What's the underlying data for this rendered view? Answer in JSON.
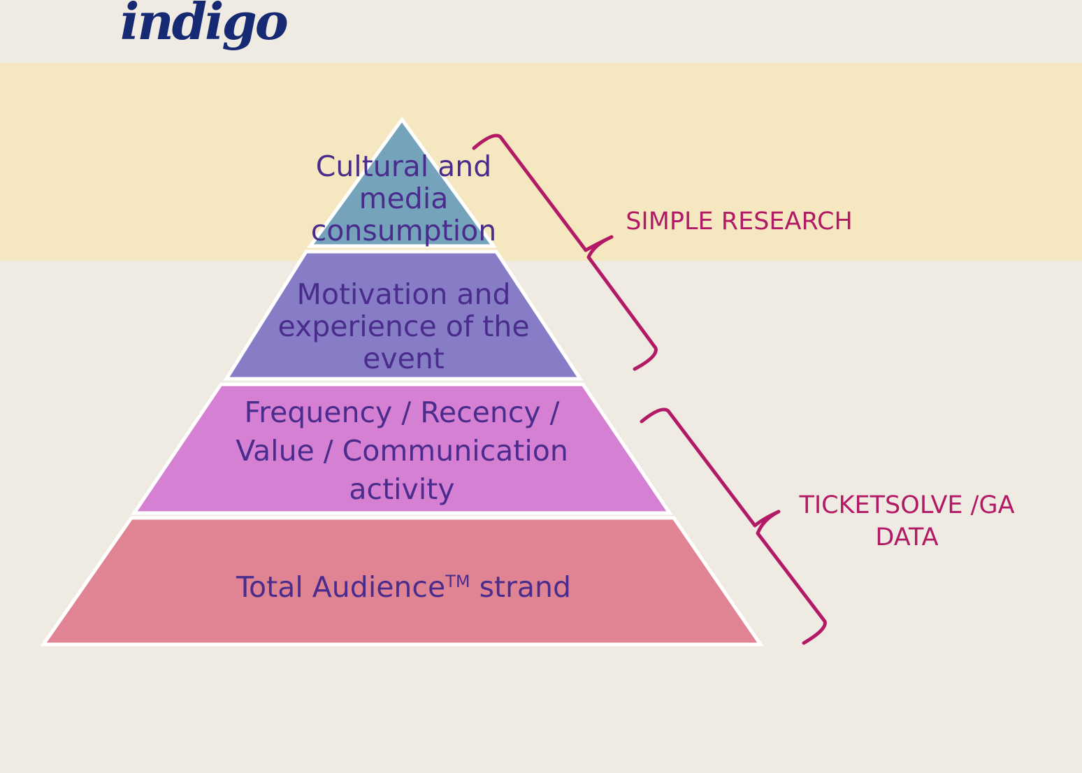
{
  "logo": {
    "text": "indigo"
  },
  "pyramid": {
    "tiers": [
      {
        "text": "Cultural and media consumption",
        "color": "#75a3bb"
      },
      {
        "text": "Motivation and experience of the event",
        "color": "#877dc6"
      },
      {
        "text": "Frequency / Recency / Value / Communication activity",
        "color": "#d680d3"
      },
      {
        "text": "Total Audience",
        "tm": "TM",
        "after": " strand",
        "color": "#e08494"
      }
    ]
  },
  "brackets": [
    {
      "label": "SIMPLE RESEARCH"
    },
    {
      "label": "TICKETSOLVE /GA DATA"
    }
  ],
  "colors": {
    "background": "#efebe3",
    "band": "#f5e8c0",
    "bracket": "#b21a66",
    "tier_text": "#4a2c8c",
    "logo": "#152a73"
  }
}
